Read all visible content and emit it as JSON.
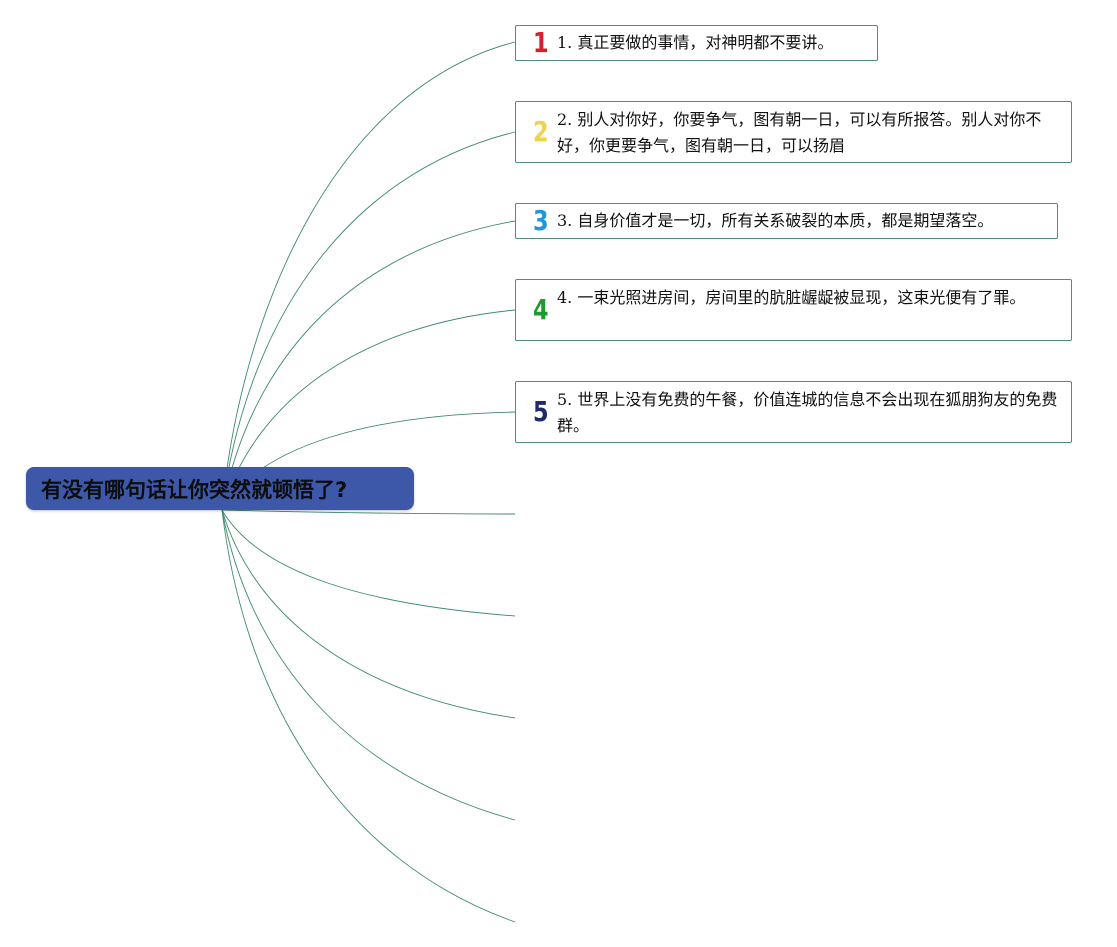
{
  "root": {
    "title": "有没有哪句话让你突然就顿悟了?"
  },
  "nodes": [
    {
      "number": "1",
      "color": "#d6202d",
      "text": "1. 真正要做的事情，对神明都不要讲。"
    },
    {
      "number": "2",
      "color": "#f2d24b",
      "text": "2. 别人对你好，你要争气，图有朝一日，可以有所报答。别人对你不好，你更要争气，图有朝一日，可以扬眉"
    },
    {
      "number": "3",
      "color": "#2196d8",
      "text": "3. 自身价值才是一切，所有关系破裂的本质，都是期望落空。"
    },
    {
      "number": "4",
      "color": "#1f9a2f",
      "text": "4. 一束光照进房间，房间里的肮脏龌龊被显现，这束光便有了罪。"
    },
    {
      "number": "5",
      "color": "#1d2a6b",
      "text": "5. 世界上没有免费的午餐，价值连城的信息不会出现在狐朋狗友的免费群。"
    }
  ],
  "branch_count": 10
}
